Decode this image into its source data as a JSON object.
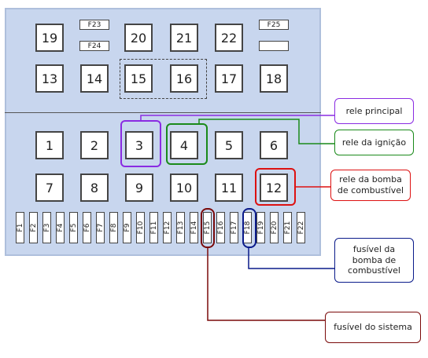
{
  "relays_top": [
    {
      "id": "r19",
      "label": "19"
    },
    {
      "id": "r20",
      "label": "20"
    },
    {
      "id": "r21",
      "label": "21"
    },
    {
      "id": "r22",
      "label": "22"
    },
    {
      "id": "r13",
      "label": "13"
    },
    {
      "id": "r14",
      "label": "14"
    },
    {
      "id": "r15",
      "label": "15"
    },
    {
      "id": "r16",
      "label": "16"
    },
    {
      "id": "r17",
      "label": "17"
    },
    {
      "id": "r18",
      "label": "18"
    }
  ],
  "small_fuses": {
    "f23": "F23",
    "f24": "F24",
    "f25": "F25"
  },
  "relays_bottom": [
    {
      "id": "r1",
      "label": "1"
    },
    {
      "id": "r2",
      "label": "2"
    },
    {
      "id": "r3",
      "label": "3"
    },
    {
      "id": "r4",
      "label": "4"
    },
    {
      "id": "r5",
      "label": "5"
    },
    {
      "id": "r6",
      "label": "6"
    },
    {
      "id": "r7",
      "label": "7"
    },
    {
      "id": "r8",
      "label": "8"
    },
    {
      "id": "r9",
      "label": "9"
    },
    {
      "id": "r10",
      "label": "10"
    },
    {
      "id": "r11",
      "label": "11"
    },
    {
      "id": "r12",
      "label": "12"
    }
  ],
  "fuses": [
    "F1",
    "F2",
    "F3",
    "F4",
    "F5",
    "F6",
    "F7",
    "F8",
    "F9",
    "F10",
    "F11",
    "F12",
    "F13",
    "F14",
    "F15",
    "F16",
    "F17",
    "F18",
    "F19",
    "F20",
    "F21",
    "F22"
  ],
  "callouts": {
    "main_relay": "rele principal",
    "ignition_relay": "rele da ignição",
    "pump_relay_1": "rele da bomba",
    "pump_relay_2": "de combustível",
    "pump_fuse_1": "fusível da",
    "pump_fuse_2": "bomba de",
    "pump_fuse_3": "combustível",
    "system_fuse": "fusível do sistema"
  },
  "colors": {
    "main_relay": "#8a2be2",
    "ignition_relay": "#1a8a1a",
    "pump_relay": "#dd1111",
    "pump_fuse": "#0a1a8a",
    "system_fuse": "#7a0a0a",
    "panel": "#c8d6ee"
  }
}
